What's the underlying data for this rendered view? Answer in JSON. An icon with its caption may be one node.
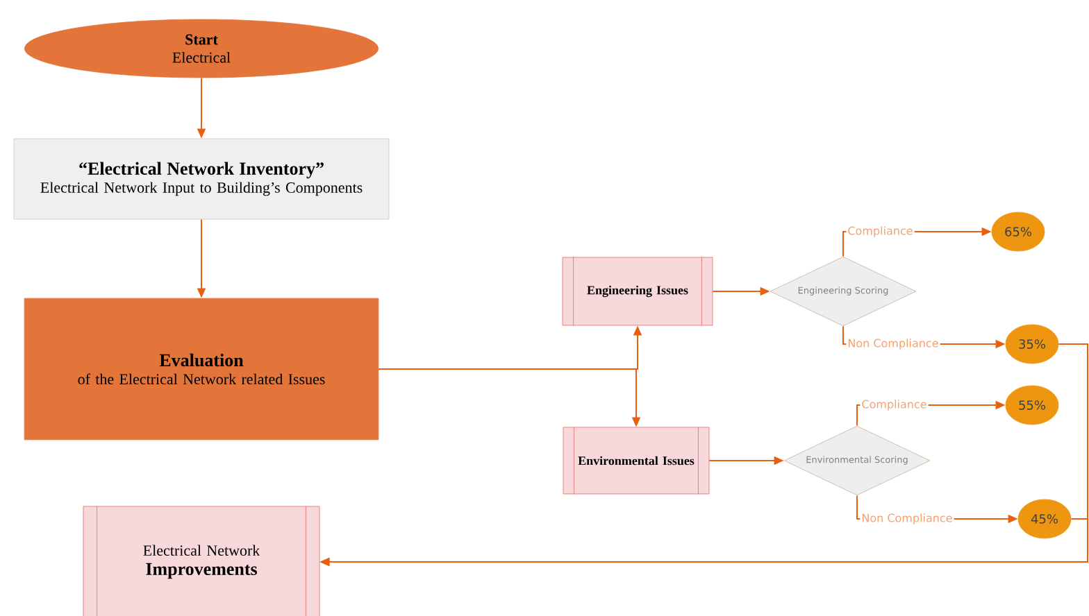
{
  "diagram": {
    "nodes": [
      {
        "text": [
          "Start",
          "Electrical"
        ]
      },
      {
        "text": [
          "“Electrical Network Inventory”",
          "Electrical Network Input to Building’s Components"
        ]
      },
      {
        "text": [
          "Evaluation",
          "of the Electrical Network related Issues"
        ]
      },
      {
        "text": [
          "Engineering Issues"
        ]
      },
      {
        "text": [
          "Engineering Scoring"
        ]
      },
      {
        "text": [
          "65%"
        ]
      },
      {
        "text": [
          "35%"
        ]
      },
      {
        "text": [
          "Environmental Issues"
        ]
      },
      {
        "text": [
          "Environmental Scoring"
        ]
      },
      {
        "text": [
          "55%"
        ]
      },
      {
        "text": [
          "45%"
        ]
      },
      {
        "text": [
          "Electrical Network",
          "Improvements"
        ]
      }
    ],
    "edges": [
      {
        "from": 0,
        "to": 1,
        "arrow": "to"
      },
      {
        "from": 1,
        "to": 2,
        "arrow": "to"
      },
      {
        "from": 2,
        "to": 3,
        "arrow": "to"
      },
      {
        "from": 2,
        "to": 7,
        "arrow": "to"
      },
      {
        "from": 3,
        "to": 4,
        "arrow": "to"
      },
      {
        "from": 4,
        "to": 5,
        "arrow": "to",
        "label": "Compliance"
      },
      {
        "from": 4,
        "to": 6,
        "arrow": "to",
        "label": "Non Compliance"
      },
      {
        "from": 7,
        "to": 8,
        "arrow": "to"
      },
      {
        "from": 8,
        "to": 9,
        "arrow": "to",
        "label": "Compliance"
      },
      {
        "from": 8,
        "to": 10,
        "arrow": "to",
        "label": "Non Compliance"
      },
      {
        "from": 6,
        "to": 11,
        "arrow": "to"
      },
      {
        "from": 10,
        "to": 11,
        "arrow": "to"
      }
    ]
  }
}
